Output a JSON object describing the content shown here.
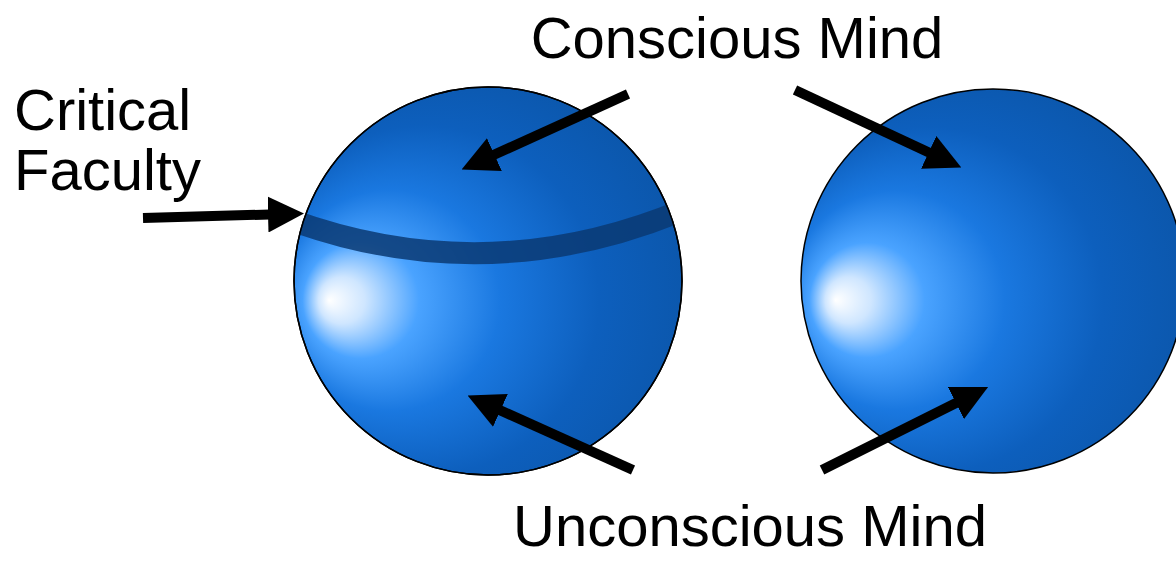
{
  "diagram": {
    "labels": [
      "Conscious Mind",
      "Critical Faculty",
      "Unconscious Mind"
    ]
  }
}
